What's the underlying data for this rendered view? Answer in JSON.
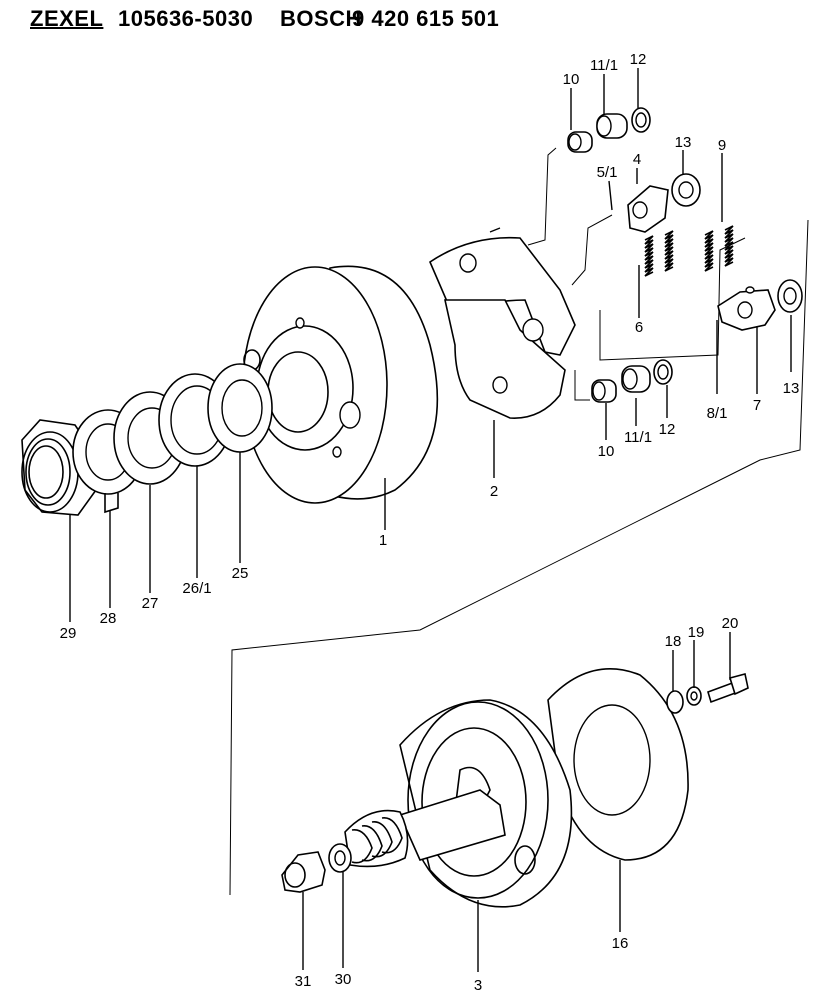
{
  "header": {
    "brand_1": "ZEXEL",
    "part_number_1": "105636-5030",
    "brand_2": "BOSCH",
    "part_number_2": "9 420 615 501"
  },
  "callouts": {
    "c1": "1",
    "c2": "2",
    "c3": "3",
    "c4": "4",
    "c5_1": "5/1",
    "c6": "6",
    "c7": "7",
    "c8_1": "8/1",
    "c9": "9",
    "c10_top": "10",
    "c10_bottom": "10",
    "c11_1_top": "11/1",
    "c11_1_bottom": "11/1",
    "c12_top": "12",
    "c12_bottom": "12",
    "c13_top": "13",
    "c13_bottom": "13",
    "c16": "16",
    "c18": "18",
    "c19": "19",
    "c20": "20",
    "c25": "25",
    "c26_1": "26/1",
    "c27": "27",
    "c28": "28",
    "c29": "29",
    "c30": "30",
    "c31": "31"
  }
}
